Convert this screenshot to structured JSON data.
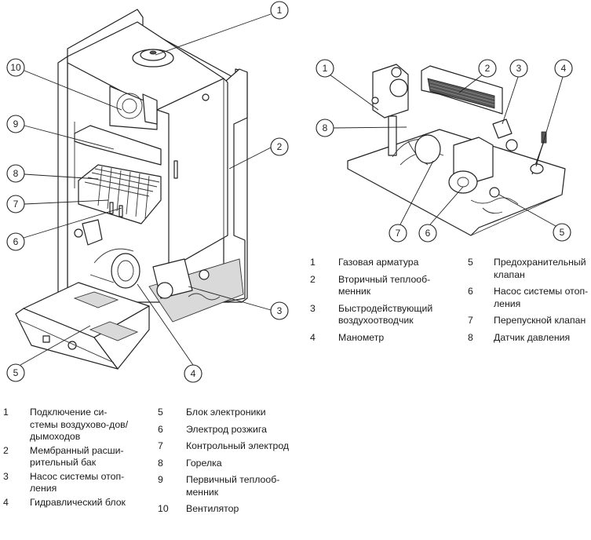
{
  "boiler_diagram": {
    "callouts": [
      "1",
      "2",
      "3",
      "4",
      "5",
      "6",
      "7",
      "8",
      "9",
      "10"
    ],
    "legend": [
      {
        "num": "1",
        "text": "Подключение си-стемы воздухово-дов/дымоходов"
      },
      {
        "num": "2",
        "text": "Мембранный расши-рительный бак"
      },
      {
        "num": "3",
        "text": "Насос системы отоп-ления"
      },
      {
        "num": "4",
        "text": "Гидравлический блок"
      },
      {
        "num": "5",
        "text": "Блок электроники"
      },
      {
        "num": "6",
        "text": "Электрод розжига"
      },
      {
        "num": "7",
        "text": "Контрольный электрод"
      },
      {
        "num": "8",
        "text": "Горелка"
      },
      {
        "num": "9",
        "text": "Первичный теплооб-менник"
      },
      {
        "num": "10",
        "text": "Вентилятор"
      }
    ]
  },
  "hydraulic_diagram": {
    "callouts": [
      "1",
      "2",
      "3",
      "4",
      "5",
      "6",
      "7",
      "8"
    ],
    "legend": [
      {
        "num": "1",
        "text": "Газовая арматура"
      },
      {
        "num": "2",
        "text": "Вторичный теплооб-менник"
      },
      {
        "num": "3",
        "text": "Быстродействующий воздухоотводчик"
      },
      {
        "num": "4",
        "text": "Манометр"
      },
      {
        "num": "5",
        "text": "Предохранительный клапан"
      },
      {
        "num": "6",
        "text": "Насос системы отоп-ления"
      },
      {
        "num": "7",
        "text": "Перепускной клапан"
      },
      {
        "num": "8",
        "text": "Датчик давления"
      }
    ]
  }
}
